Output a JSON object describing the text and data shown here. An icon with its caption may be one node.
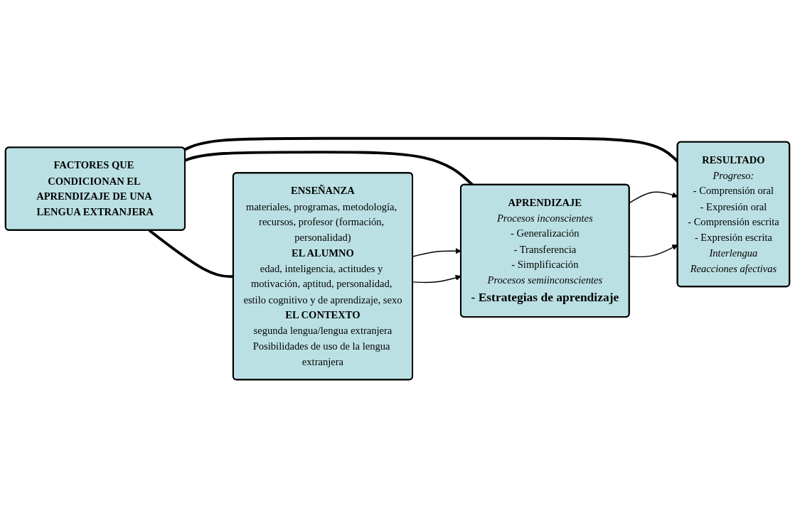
{
  "diagram": {
    "nodes": [
      {
        "text": [
          "FACTORES QUE CONDICIONAN EL APRENDIZAJE DE UNA LENGUA EXTRANJERA"
        ]
      },
      {
        "text": [
          "ENSEÑANZA",
          "materiales, programas, metodología, recursos, profesor (formación, personalidad)",
          "EL ALUMNO",
          "edad, inteligencia, actitudes y motivación, aptitud, personalidad, estilo cognitivo y de aprendizaje, sexo",
          "EL CONTEXTO",
          "segunda lengua/lengua extranjera",
          "Posibilidades de uso de la lengua extranjera"
        ]
      },
      {
        "text": [
          "APRENDIZAJE",
          "Procesos inconscientes",
          "- Generalización",
          "- Transferencia",
          "- Simplificación",
          "Procesos semiinconscientes",
          "- Estrategias de aprendizaje"
        ]
      },
      {
        "text": [
          "RESULTADO",
          "Progreso:",
          "- Comprensión oral",
          "- Expresión oral",
          "- Comprensión escrita",
          "- Expresión escrita",
          "Interlengua",
          "Reacciones afectivas"
        ]
      }
    ],
    "edges": [
      {
        "from": 0,
        "to": 1,
        "arrow": "none",
        "style": "thick"
      },
      {
        "from": 0,
        "to": 2,
        "arrow": "none",
        "style": "thick"
      },
      {
        "from": 0,
        "to": 3,
        "arrow": "none",
        "style": "thick"
      },
      {
        "from": 1,
        "to": 2,
        "arrow": "to"
      },
      {
        "from": 1,
        "to": 2,
        "arrow": "to"
      },
      {
        "from": 2,
        "to": 3,
        "arrow": "to"
      },
      {
        "from": 2,
        "to": 3,
        "arrow": "to"
      }
    ]
  }
}
